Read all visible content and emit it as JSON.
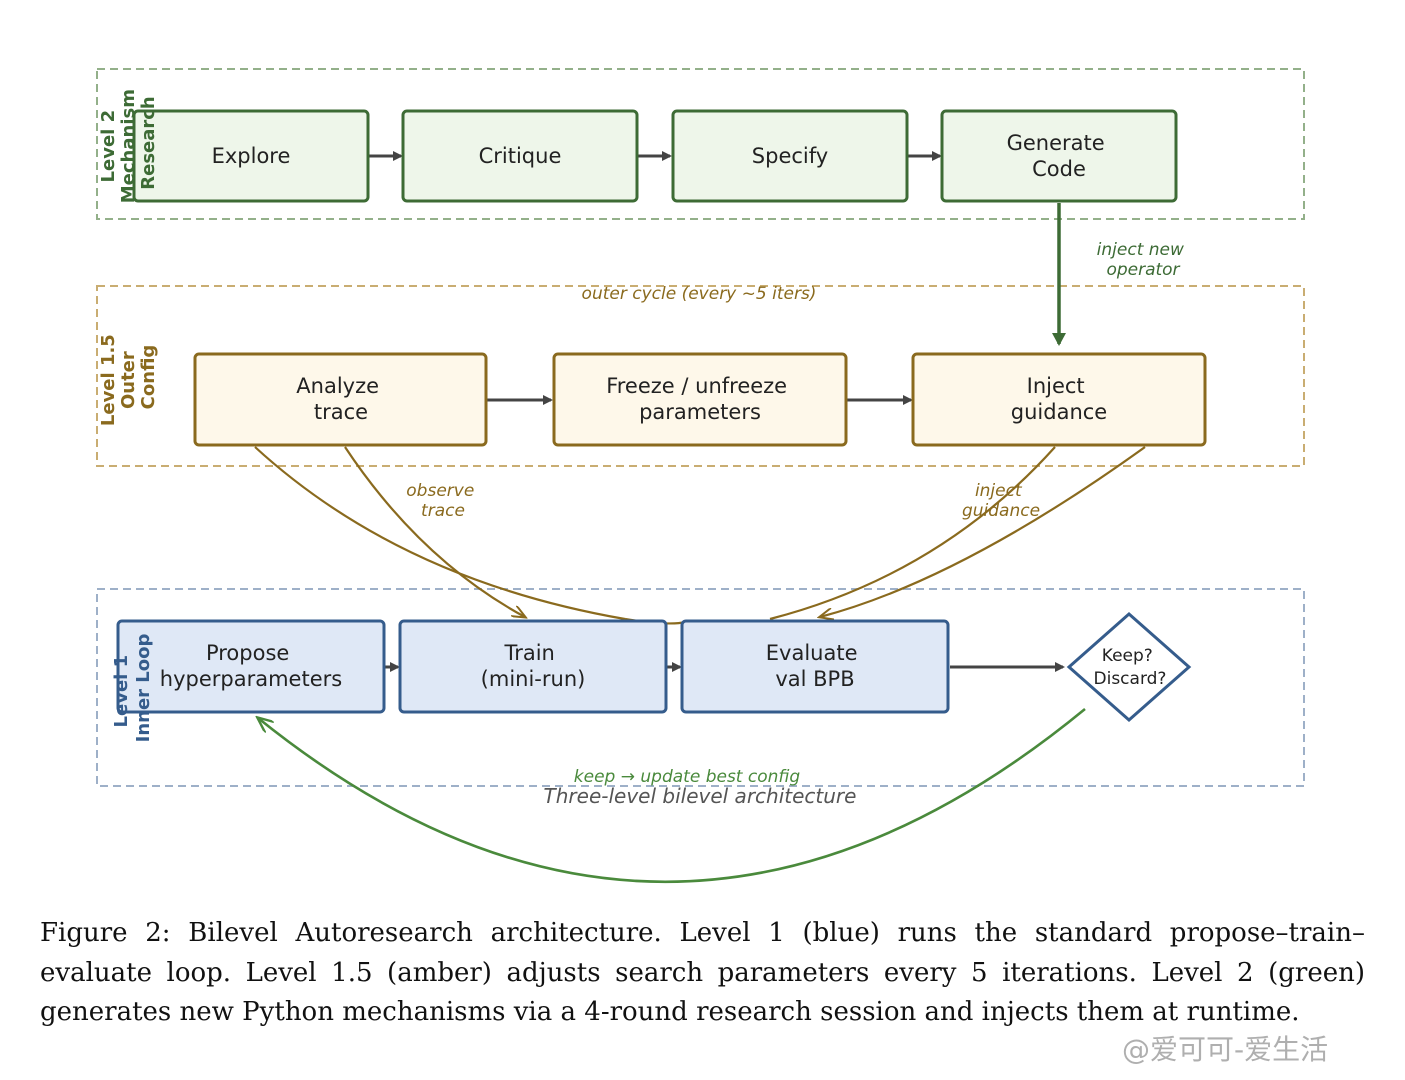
{
  "colors": {
    "green": "#3d6b35",
    "green_fill": "#eef6ea",
    "green_dash": "#93b08a",
    "amber": "#8a6a1e",
    "amber_fill": "#fef8ea",
    "amber_dash": "#c9ad72",
    "blue": "#355c8c",
    "blue_fill": "#dfe8f6",
    "blue_dash": "#9eb0c8",
    "gray_arrow": "#444444",
    "loop_green": "#4a8a3c"
  },
  "levels": {
    "l2": {
      "label_lines": [
        "Level 2",
        "Mechanism",
        "Research"
      ]
    },
    "l15": {
      "label_lines": [
        "Level 1.5",
        "Outer",
        "Config"
      ]
    },
    "l1": {
      "label_lines": [
        "Level 1",
        "Inner Loop"
      ]
    }
  },
  "nodes": {
    "explore": {
      "lines": [
        "Explore"
      ]
    },
    "critique": {
      "lines": [
        "Critique"
      ]
    },
    "specify": {
      "lines": [
        "Specify"
      ]
    },
    "generate": {
      "lines": [
        "Generate",
        "Code"
      ]
    },
    "analyze": {
      "lines": [
        "Analyze",
        "trace"
      ]
    },
    "freeze": {
      "lines": [
        "Freeze / unfreeze",
        "parameters"
      ]
    },
    "inject": {
      "lines": [
        "Inject",
        "guidance"
      ]
    },
    "propose": {
      "lines": [
        "Propose",
        "hyperparameters"
      ]
    },
    "train": {
      "lines": [
        "Train",
        "(mini-run)"
      ]
    },
    "evaluate": {
      "lines": [
        "Evaluate",
        "val BPB"
      ]
    },
    "keep": {
      "lines": [
        "Keep?",
        "Discard?"
      ]
    }
  },
  "edge_labels": {
    "inject_new_operator": [
      "inject new",
      "operator"
    ],
    "outer_cycle": "outer cycle (every ~5 iters)",
    "observe_trace": [
      "observe",
      "trace"
    ],
    "inject_guidance": [
      "inject",
      "guidance"
    ],
    "keep_update": "keep → update best config"
  },
  "figure_title": "Three-level bilevel architecture",
  "caption": "Figure 2: Bilevel Autoresearch architecture. Level 1 (blue) runs the standard propose–train–evaluate loop. Level 1.5 (amber) adjusts search parameters every 5 iterations. Level 2 (green) generates new Python mechanisms via a 4-round research session and injects them at runtime.",
  "watermark": "@爱可可-爱生活"
}
